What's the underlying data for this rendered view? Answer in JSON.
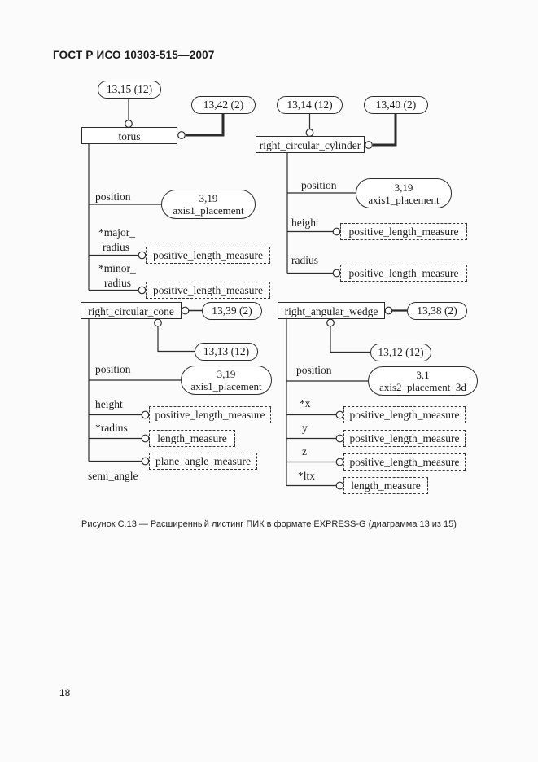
{
  "page": {
    "header": "ГОСТ Р ИСО 10303-515—2007",
    "caption": "Рисунок С.13 — Расширенный листинг ПИК в формате EXPRESS-G (диаграмма 13 из 15)",
    "page_number": "18"
  },
  "diagram": {
    "torus": {
      "name": "torus",
      "page_ref_top": "13,15 (12)",
      "page_ref_right": "13,42 (2)",
      "position": {
        "label": "position",
        "target_line1": "3,19",
        "target_line2": "axis1_placement"
      },
      "major_radius": {
        "label_line1": "*major_",
        "label_line2": "radius",
        "target": "positive_length_measure"
      },
      "minor_radius": {
        "label_line1": "*minor_",
        "label_line2": "radius",
        "target": "positive_length_measure"
      }
    },
    "right_circular_cylinder": {
      "name": "right_circular_cylinder",
      "page_ref_top": "13,14 (12)",
      "page_ref_right": "13,40 (2)",
      "position": {
        "label": "position",
        "target_line1": "3,19",
        "target_line2": "axis1_placement"
      },
      "height": {
        "label": "height",
        "target": "positive_length_measure"
      },
      "radius": {
        "label": "radius",
        "target": "positive_length_measure"
      }
    },
    "right_circular_cone": {
      "name": "right_circular_cone",
      "page_ref_right": "13,39 (2)",
      "page_ref_bottom": "13,13 (12)",
      "position": {
        "label": "position",
        "target_line1": "3,19",
        "target_line2": "axis1_placement"
      },
      "height": {
        "label": "height",
        "target": "positive_length_measure"
      },
      "radius": {
        "label": "*radius",
        "target": "length_measure"
      },
      "semi_angle": {
        "label": "semi_angle",
        "target": "plane_angle_measure"
      }
    },
    "right_angular_wedge": {
      "name": "right_angular_wedge",
      "page_ref_right": "13,38 (2)",
      "page_ref_bottom": "13,12 (12)",
      "position": {
        "label": "position",
        "target_line1": "3,1",
        "target_line2": "axis2_placement_3d"
      },
      "x": {
        "label": "*x",
        "target": "positive_length_measure"
      },
      "y": {
        "label": "y",
        "target": "positive_length_measure"
      },
      "z": {
        "label": "z",
        "target": "positive_length_measure"
      },
      "ltx": {
        "label": "*ltx",
        "target": "length_measure"
      }
    }
  }
}
